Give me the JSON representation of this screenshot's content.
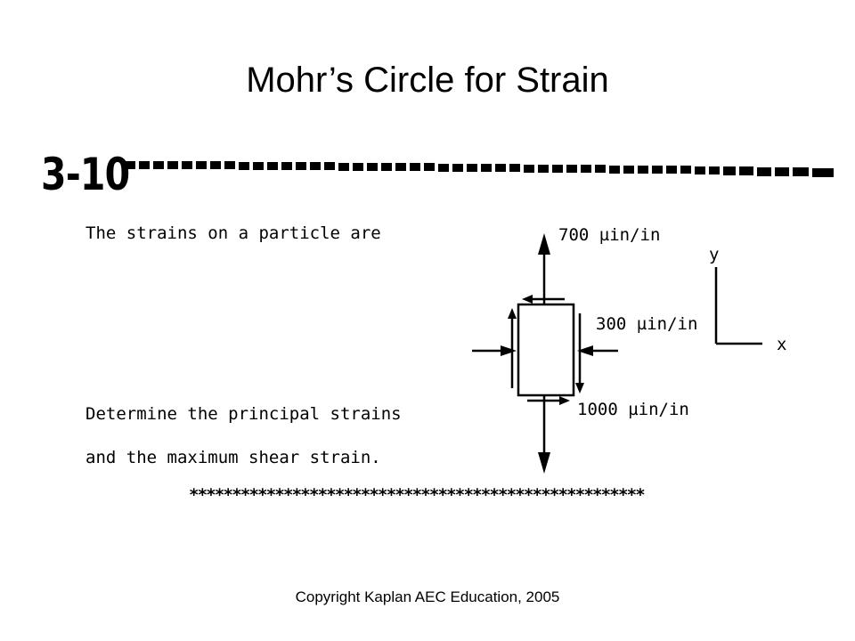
{
  "slide": {
    "title": "Mohr’s Circle for Strain",
    "footer": "Copyright Kaplan AEC Education, 2005"
  },
  "problem": {
    "number": "3-10",
    "statement_line_1": "The strains on a particle are",
    "question_line_1": "Determine the principal strains",
    "question_line_2": "and the maximum shear strain.",
    "end_rule": "*****************************************************"
  },
  "diagram": {
    "strain_y_label": "700 µin/in",
    "strain_shear_label": "300 µin/in",
    "strain_x_label": "1000 µin/in",
    "axis_y_label": "y",
    "axis_x_label": "x"
  }
}
